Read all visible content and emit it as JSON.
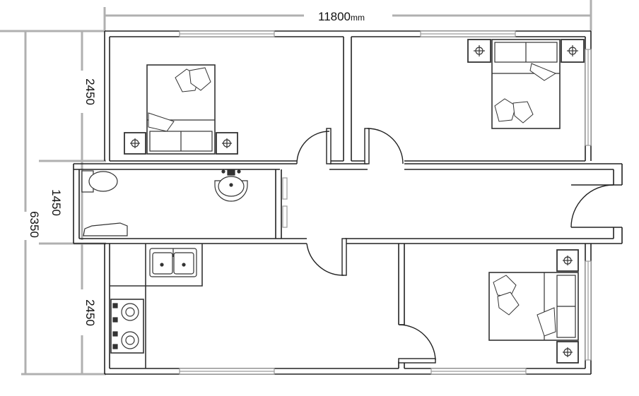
{
  "dimensions": {
    "total_width": "11800",
    "total_width_unit": "mm",
    "total_height": "6350",
    "top_rooms_depth": "2450",
    "corridor_depth": "1450",
    "bottom_rooms_depth": "2450"
  },
  "colors": {
    "wall": "#222222",
    "dimension_line": "#b0b0b0",
    "window": "#9a9a9a",
    "furniture": "#333333"
  },
  "rooms": [
    {
      "id": "bedroom-top-left",
      "type": "bedroom"
    },
    {
      "id": "bedroom-top-right",
      "type": "bedroom"
    },
    {
      "id": "bathroom",
      "type": "bathroom"
    },
    {
      "id": "corridor",
      "type": "hallway"
    },
    {
      "id": "kitchen",
      "type": "kitchen"
    },
    {
      "id": "bedroom-bottom-right",
      "type": "bedroom"
    }
  ]
}
